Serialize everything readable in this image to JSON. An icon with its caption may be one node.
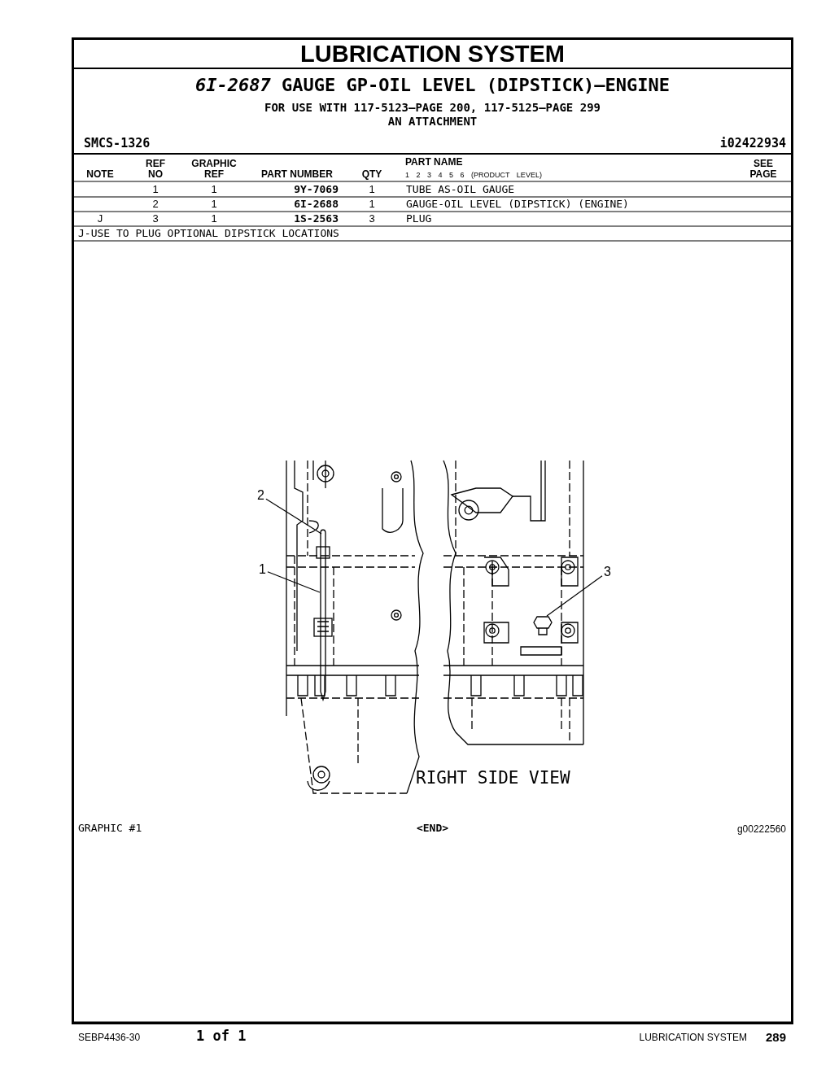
{
  "diagram": {
    "title": "LUBRICATION SYSTEM",
    "nodes": [
      {
        "text": [
          "2"
        ]
      },
      {
        "text": [
          "1"
        ]
      },
      {
        "text": [
          "3"
        ]
      }
    ],
    "edges": [
      {
        "from": 0,
        "to": null,
        "arrow": "none"
      },
      {
        "from": 1,
        "to": null,
        "arrow": "none"
      },
      {
        "from": 2,
        "to": null,
        "arrow": "none"
      }
    ],
    "labels": [
      "*6I-2687* GAUGE GP-OIL LEVEL (DIPSTICK)—ENGINE",
      "FOR USE WITH 117-5123—PAGE 200, 117-5125—PAGE 299",
      "AN ATTACHMENT",
      "SMCS-1326",
      "i02422934",
      "NOTE",
      "REF NO",
      "GRAPHIC REF",
      "PART NUMBER",
      "QTY",
      "PART NAME",
      "1 2 3 4 5 6 (PRODUCT LEVEL)",
      "SEE PAGE",
      "1",
      "1",
      "9Y-7069",
      "1",
      "TUBE AS-OIL GAUGE",
      "2",
      "1",
      "6I-2688",
      "1",
      "GAUGE-OIL LEVEL (DIPSTICK) (ENGINE)",
      "J",
      "3",
      "1",
      "1S-2563",
      "3",
      "PLUG",
      "J-USE TO PLUG OPTIONAL DIPSTICK LOCATIONS",
      "RIGHT SIDE VIEW",
      "GRAPHIC #1",
      "<END>",
      "g00222560",
      "SEBP4436-30",
      "1 of 1",
      "LUBRICATION SYSTEM",
      "289"
    ]
  }
}
